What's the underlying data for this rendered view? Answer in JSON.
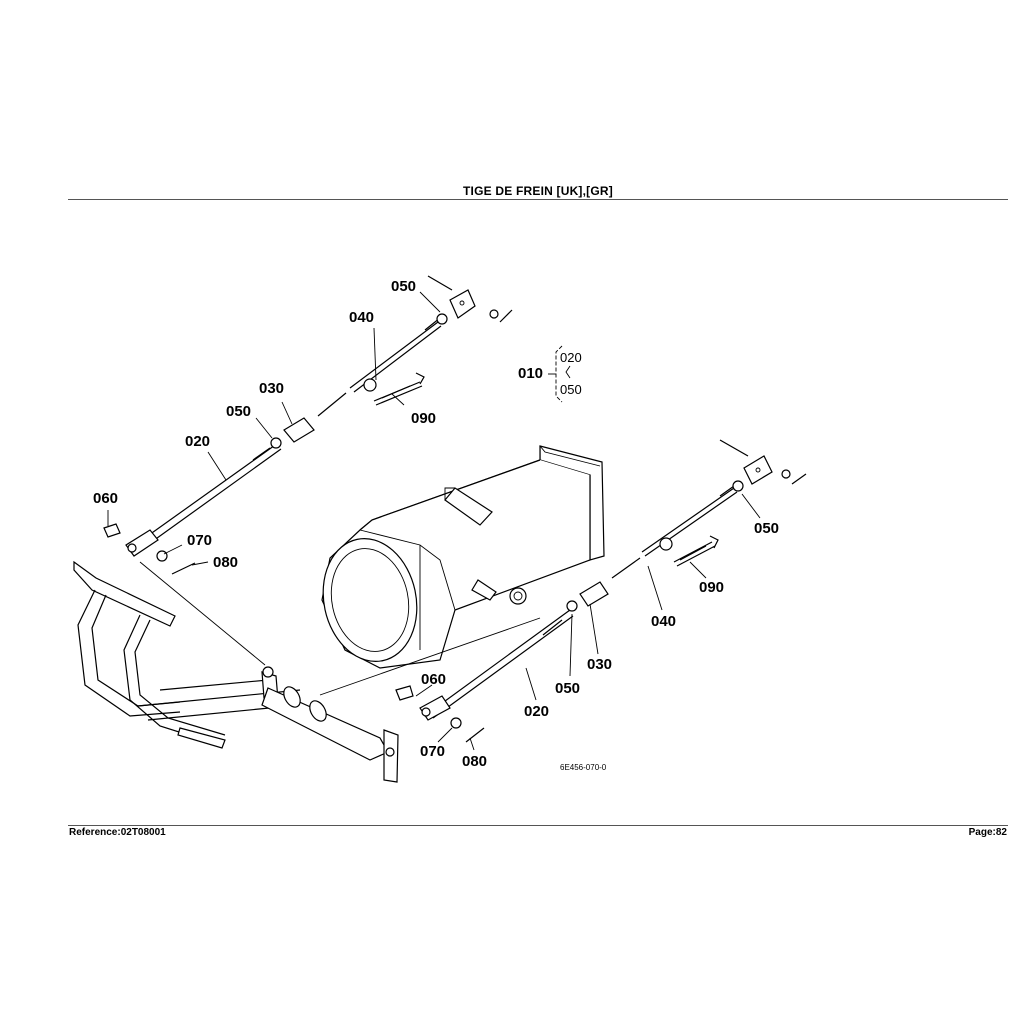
{
  "header": {
    "title": "TIGE DE FREIN   [UK],[GR]"
  },
  "footer": {
    "reference": "Reference:02T08001",
    "page": "Page:82"
  },
  "diagram": {
    "drawing_code": "6E456-070-0",
    "group_label": {
      "main": "010",
      "range_start": "020",
      "range_end": "050"
    },
    "callouts": {
      "c050_top": "050",
      "c040_top": "040",
      "c030_left": "030",
      "c050_left": "050",
      "c020_left": "020",
      "c090_top": "090",
      "c060_left": "060",
      "c070_left": "070",
      "c080_left": "080",
      "c050_right": "050",
      "c090_right": "090",
      "c040_right": "040",
      "c030_right": "030",
      "c050_mid": "050",
      "c020_right": "020",
      "c060_right": "060",
      "c070_right": "070",
      "c080_right": "080"
    }
  }
}
